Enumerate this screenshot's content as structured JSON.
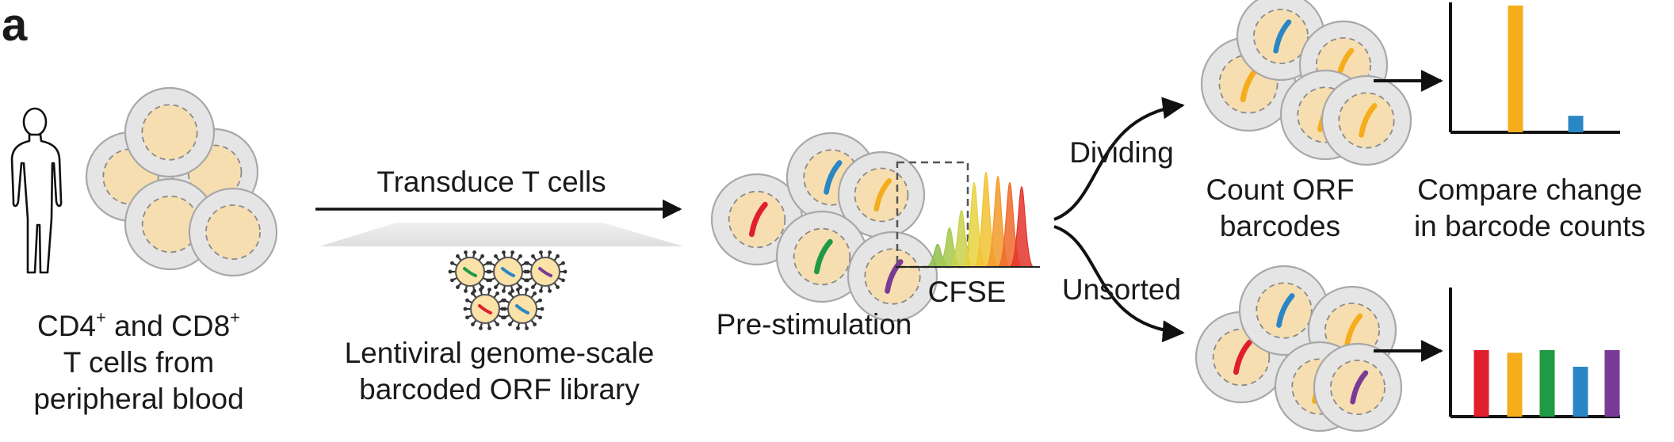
{
  "panel_label": "a",
  "labels": {
    "donor_line1_a": "CD4",
    "donor_line1_b": " and CD8",
    "donor_sup": "+",
    "donor_line2": "T cells from",
    "donor_line3": "peripheral blood",
    "transduce": "Transduce T cells",
    "library_line1": "Lentiviral genome-scale",
    "library_line2": "barcoded ORF library",
    "prestim": "Pre-stimulation",
    "cfse": "CFSE",
    "dividing": "Dividing",
    "unsorted": "Unsorted",
    "count_line1": "Count ORF",
    "count_line2": "barcodes",
    "compare_line1": "Compare change",
    "compare_line2": "in barcode counts"
  },
  "colors": {
    "red": "#e01f2d",
    "orange": "#f5ad1b",
    "green": "#1f9a45",
    "blue": "#2a86c5",
    "purple": "#7a3b96",
    "cell_fill": "#e5e5e5",
    "nucleus_fill": "#f6deb0"
  },
  "chart_data": [
    {
      "type": "bar",
      "subset": "Dividing",
      "values": [
        1.0,
        0.13
      ],
      "colors": [
        "#f5ad1b",
        "#2a86c5"
      ]
    },
    {
      "type": "bar",
      "subset": "Unsorted",
      "values": [
        1.0,
        0.96,
        1.0,
        0.75,
        1.0
      ],
      "colors": [
        "#e01f2d",
        "#f5ad1b",
        "#1f9a45",
        "#2a86c5",
        "#7a3b96"
      ]
    }
  ]
}
